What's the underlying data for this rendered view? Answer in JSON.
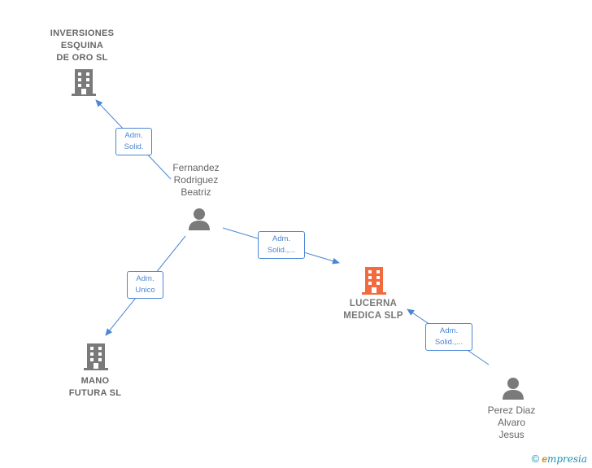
{
  "nodes": {
    "inversiones": {
      "label": "INVERSIONES\nESQUINA\nDE ORO  SL",
      "type": "company"
    },
    "fernandez": {
      "label": "Fernandez\nRodriguez\nBeatriz",
      "type": "person"
    },
    "lucerna": {
      "label": "LUCERNA\nMEDICA  SLP",
      "type": "company-main"
    },
    "mano": {
      "label": "MANO\nFUTURA  SL",
      "type": "company"
    },
    "perez": {
      "label": "Perez Diaz\nAlvaro\nJesus",
      "type": "person"
    }
  },
  "edges": [
    {
      "from": "fernandez",
      "to": "inversiones",
      "label": "Adm.\nSolid."
    },
    {
      "from": "fernandez",
      "to": "lucerna",
      "label": "Adm.\nSolid.,..."
    },
    {
      "from": "fernandez",
      "to": "mano",
      "label": "Adm.\nUnico"
    },
    {
      "from": "perez",
      "to": "lucerna",
      "label": "Adm.\nSolid.,..."
    }
  ],
  "colors": {
    "edge": "#4a86d4",
    "icon_default": "#7a7a7a",
    "icon_main": "#f26a3d"
  },
  "footer": {
    "copyright": "©",
    "brand_first": "e",
    "brand_rest": "mpresia"
  }
}
